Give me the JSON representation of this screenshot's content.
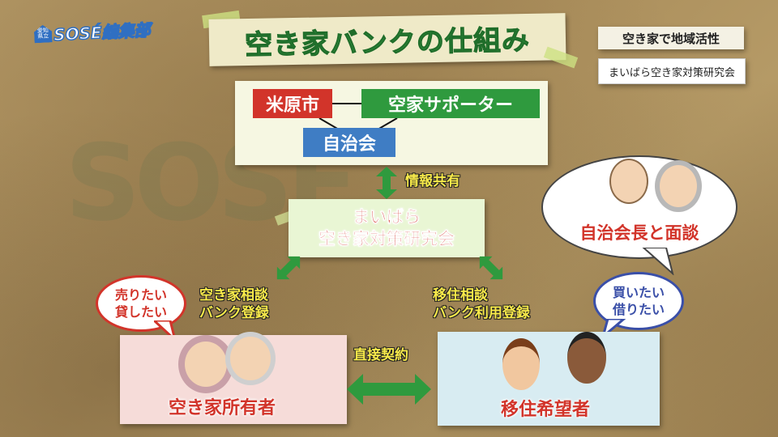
{
  "logo": {
    "small": "愛知\n県立",
    "text": "SOSÉ編集部"
  },
  "title": "空き家バンクの仕組み",
  "tags": {
    "topic": "空き家で地域活性",
    "org": "まいばら空き家対策研究会"
  },
  "org_group": {
    "city": "米原市",
    "supporter": "空家サポーター",
    "council": "自治会"
  },
  "flows": {
    "info_share": "情報共有",
    "owner_flow": [
      "空き家相談",
      "バンク登録"
    ],
    "mover_flow": [
      "移住相談",
      "バンク利用登録"
    ],
    "direct": "直接契約"
  },
  "center": {
    "line1": "まいばら",
    "line2": "空き家対策研究会"
  },
  "bubbles": {
    "owner": [
      "売りたい",
      "貸したい"
    ],
    "mover": [
      "買いたい",
      "借りたい"
    ],
    "chief": "自治会長と面談"
  },
  "cards": {
    "owner": "空き家所有者",
    "mover": "移住希望者"
  },
  "colors": {
    "red": "#d2342a",
    "green": "#2f9a3e",
    "blue": "#3f7dc4",
    "navy": "#3a4fa8",
    "title_green": "#2e8a3a"
  },
  "watermark": "SOSÉ"
}
